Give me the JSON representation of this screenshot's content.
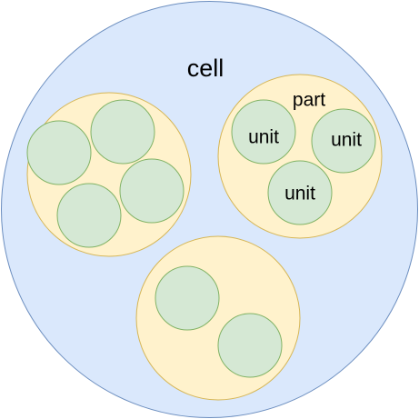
{
  "cell": {
    "label": "cell",
    "fill": "#dae8fc",
    "stroke": "#6c8ebf"
  },
  "part_style": {
    "fill": "#fff2cc",
    "stroke": "#d6b656"
  },
  "unit_style": {
    "fill": "#d5e8d4",
    "stroke": "#82b366"
  },
  "parts": [
    {
      "label": "",
      "units": [
        {
          "label": ""
        },
        {
          "label": ""
        },
        {
          "label": ""
        },
        {
          "label": ""
        }
      ]
    },
    {
      "label": "part",
      "units": [
        {
          "label": "unit"
        },
        {
          "label": "unit"
        },
        {
          "label": "unit"
        }
      ]
    },
    {
      "label": "",
      "units": [
        {
          "label": ""
        },
        {
          "label": ""
        }
      ]
    }
  ]
}
